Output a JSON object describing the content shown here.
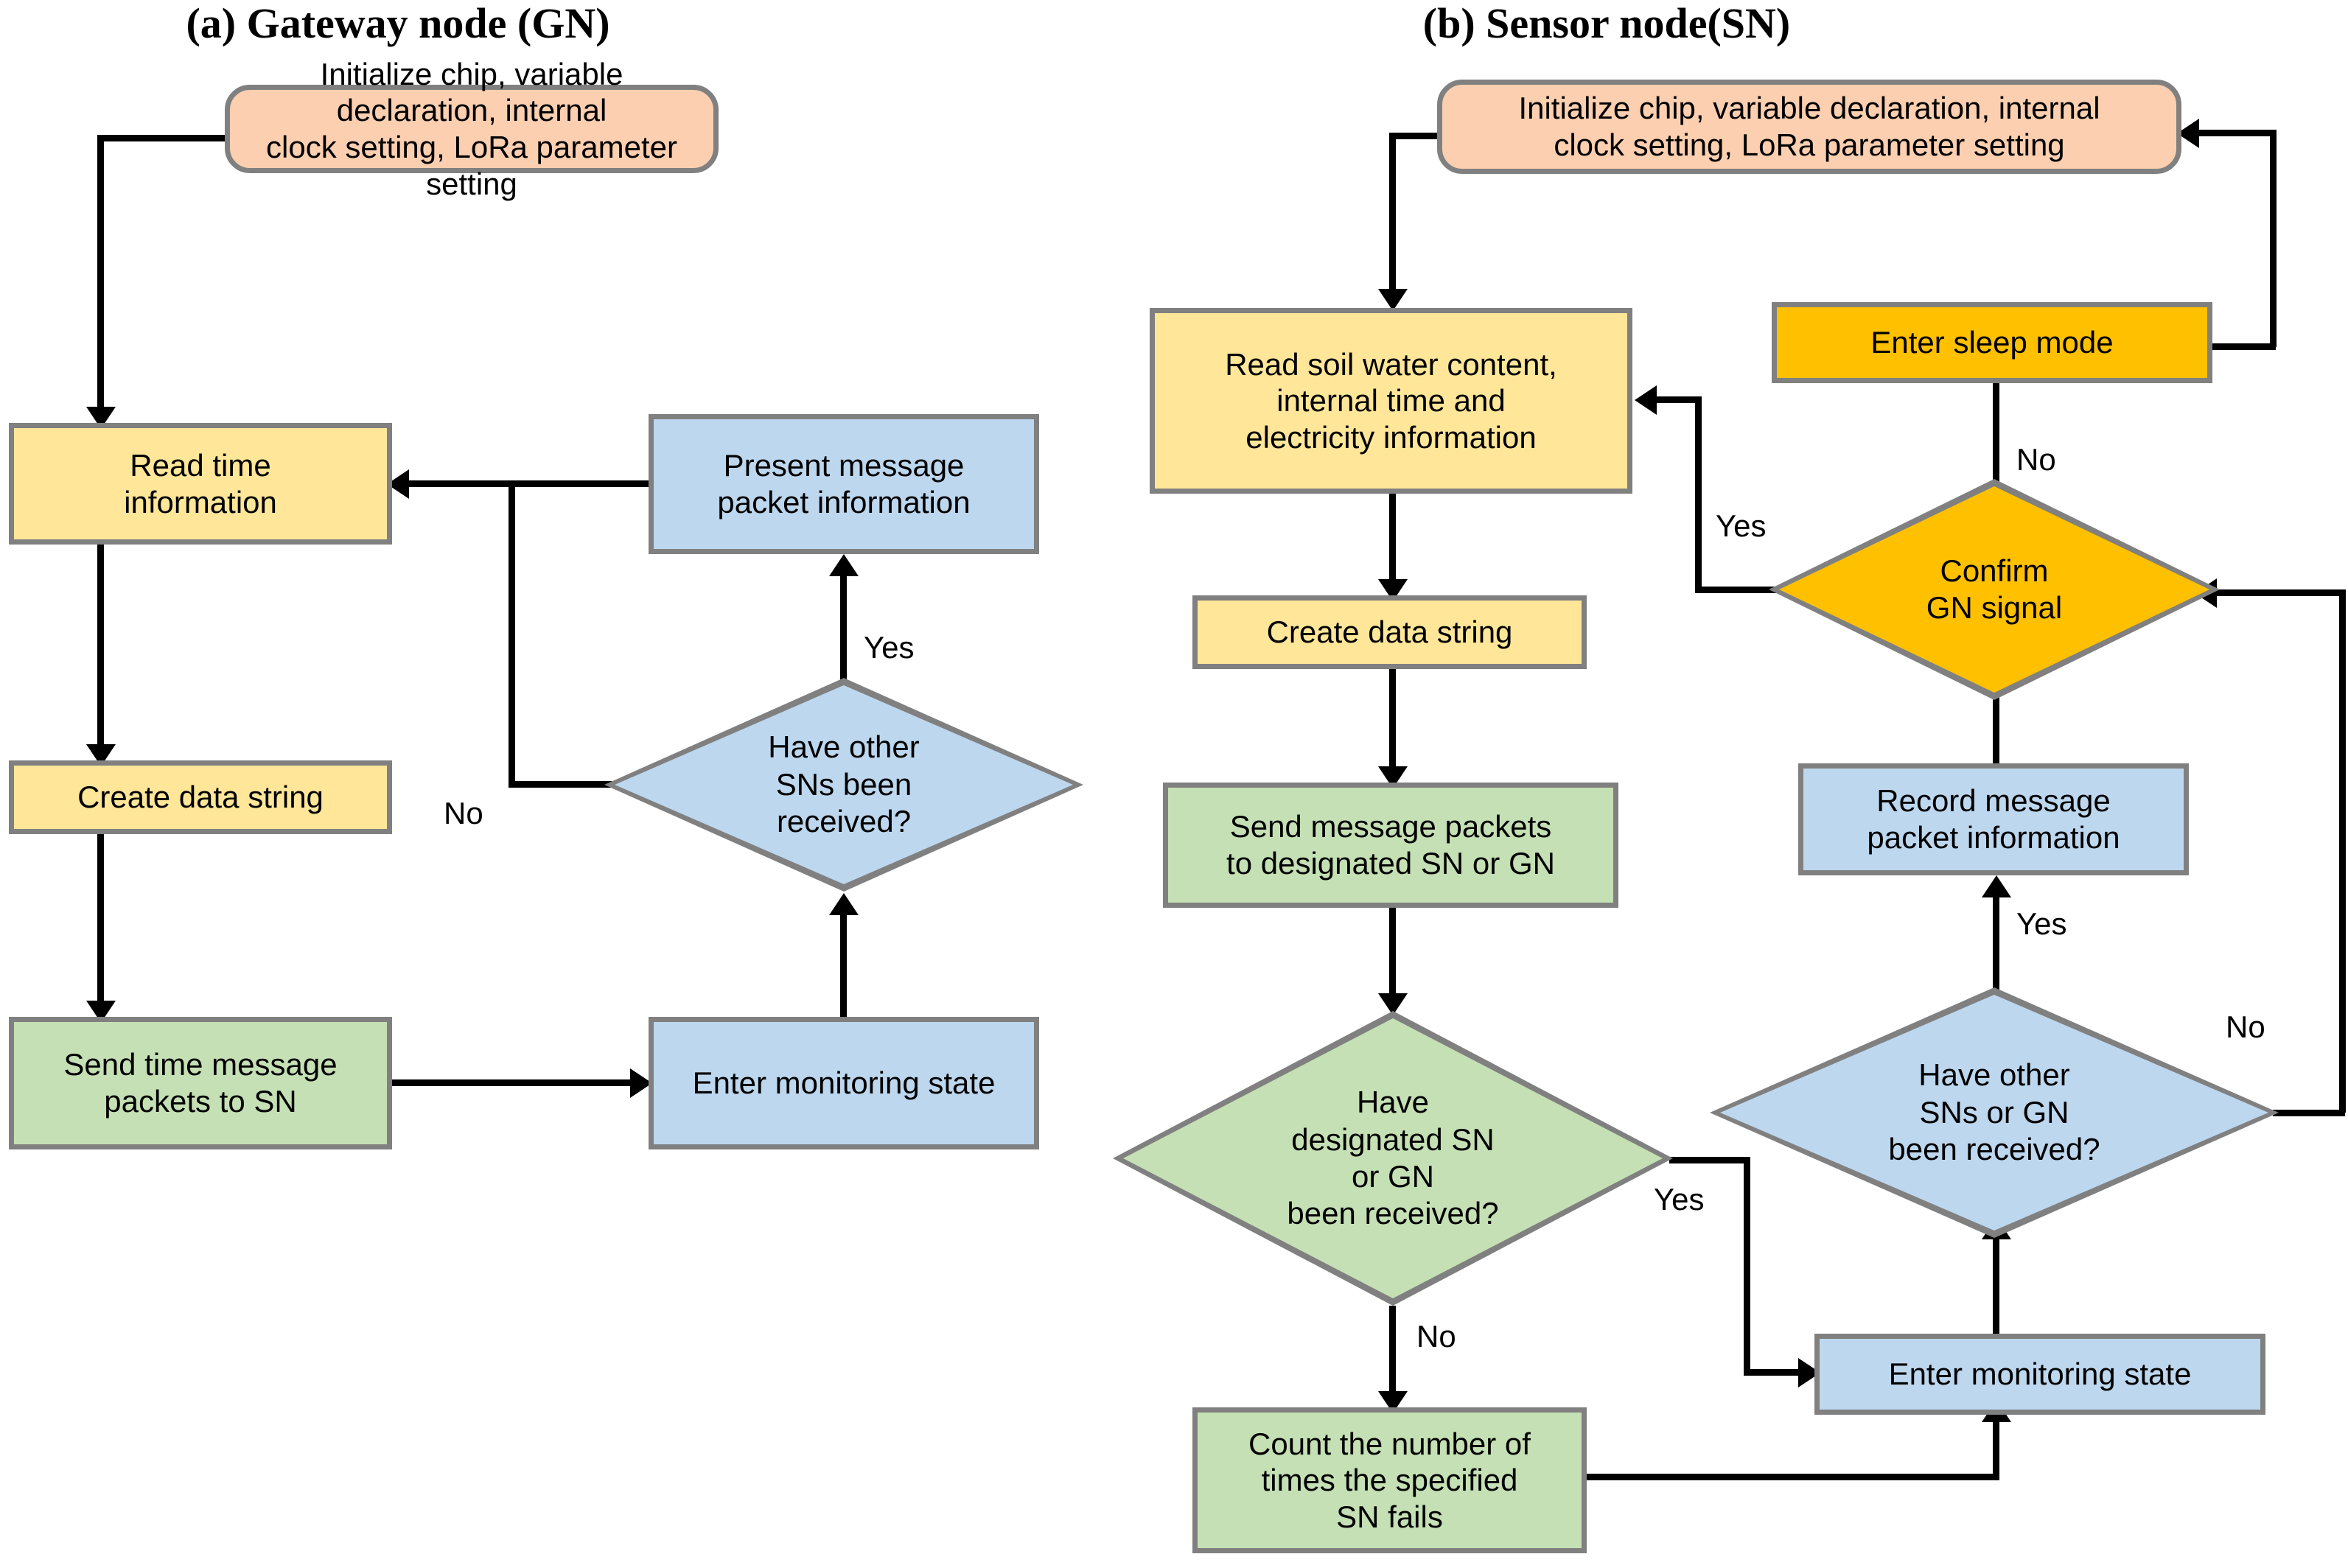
{
  "figure": {
    "type": "flowchart",
    "panels": [
      {
        "id": "a",
        "title": "(a) Gateway node (GN)",
        "nodes": [
          {
            "key": "a_init",
            "shape": "terminator",
            "color": "#FBCFB0",
            "label": "Initialize chip, variable declaration, internal clock setting, LoRa parameter setting"
          },
          {
            "key": "a_read",
            "shape": "process",
            "color": "#FFE699",
            "label": "Read time information"
          },
          {
            "key": "a_create",
            "shape": "process",
            "color": "#FFE699",
            "label": "Create data string"
          },
          {
            "key": "a_send",
            "shape": "process",
            "color": "#C5E0B4",
            "label": "Send time message packets to SN"
          },
          {
            "key": "a_monitor",
            "shape": "process",
            "color": "#BDD7EE",
            "label": "Enter monitoring state"
          },
          {
            "key": "a_decide",
            "shape": "decision",
            "color": "#BDD7EE",
            "label": "Have other SNs been received?"
          },
          {
            "key": "a_present",
            "shape": "process",
            "color": "#BDD7EE",
            "label": "Present message packet information"
          }
        ],
        "edge_labels": {
          "yes": "Yes",
          "no": "No"
        }
      },
      {
        "id": "b",
        "title": "(b) Sensor node(SN)",
        "nodes": [
          {
            "key": "b_init",
            "shape": "terminator",
            "color": "#FBCFB0",
            "label": "Initialize chip, variable declaration, internal clock setting, LoRa parameter setting"
          },
          {
            "key": "b_read",
            "shape": "process",
            "color": "#FFE699",
            "label": "Read soil water content, internal time and electricity information"
          },
          {
            "key": "b_create",
            "shape": "process",
            "color": "#FFE699",
            "label": "Create data string"
          },
          {
            "key": "b_send",
            "shape": "process",
            "color": "#C5E0B4",
            "label": "Send message packets to designated SN or GN"
          },
          {
            "key": "b_decide1",
            "shape": "decision",
            "color": "#C5E0B4",
            "label": "Have designated SN or GN been received?"
          },
          {
            "key": "b_count",
            "shape": "process",
            "color": "#C5E0B4",
            "label": "Count the number of times the specified SN fails"
          },
          {
            "key": "b_monitor",
            "shape": "process",
            "color": "#BDD7EE",
            "label": "Enter monitoring state"
          },
          {
            "key": "b_decide2",
            "shape": "decision",
            "color": "#BDD7EE",
            "label": "Have other SNs or GN been received?"
          },
          {
            "key": "b_record",
            "shape": "process",
            "color": "#BDD7EE",
            "label": "Record message packet information"
          },
          {
            "key": "b_confirm",
            "shape": "decision",
            "color": "#FFC000",
            "label": "Confirm GN signal"
          },
          {
            "key": "b_sleep",
            "shape": "process",
            "color": "#FFC000",
            "label": "Enter sleep mode"
          }
        ],
        "edge_labels": {
          "yes": "Yes",
          "no": "No"
        }
      }
    ]
  },
  "a": {
    "title": "(a) Gateway node (GN)",
    "init": "Initialize chip, variable declaration, internal\nclock setting, LoRa parameter setting",
    "init_l1": "Initialize chip, variable declaration, internal",
    "init_l2": "clock setting, LoRa parameter setting",
    "read_l1": "Read time",
    "read_l2": "information",
    "create": "Create data string",
    "send_l1": "Send time message",
    "send_l2": "packets to SN",
    "monitor": "Enter monitoring state",
    "decide_l1": "Have other",
    "decide_l2": "SNs been",
    "decide_l3": "received?",
    "present_l1": "Present message",
    "present_l2": "packet information",
    "yes": "Yes",
    "no": "No"
  },
  "b": {
    "title": "(b) Sensor node(SN)",
    "init_l1": "Initialize chip, variable declaration, internal",
    "init_l2": "clock setting, LoRa parameter setting",
    "read_l1": "Read soil water content,",
    "read_l2": "internal time and",
    "read_l3": "electricity information",
    "create": "Create data string",
    "send_l1": "Send message packets",
    "send_l2": "to designated SN or GN",
    "decide1_l1": "Have",
    "decide1_l2": "designated SN",
    "decide1_l3": "or GN",
    "decide1_l4": "been received?",
    "count_l1": "Count the number of",
    "count_l2": "times the specified",
    "count_l3": "SN fails",
    "monitor": "Enter monitoring state",
    "decide2_l1": "Have other",
    "decide2_l2": "SNs or GN",
    "decide2_l3": "been received?",
    "record_l1": "Record message",
    "record_l2": "packet information",
    "confirm_l1": "Confirm",
    "confirm_l2": "GN signal",
    "sleep": "Enter sleep mode",
    "yes1": "Yes",
    "no1": "No",
    "yes2": "Yes",
    "no2": "No",
    "yes3": "Yes",
    "no3": "No"
  },
  "colors": {
    "terminator": "#FBCFB0",
    "input_output": "#FFE699",
    "send": "#C5E0B4",
    "receive": "#BDD7EE",
    "power": "#FFC000",
    "border": "#808080",
    "line": "#000000",
    "background": "#FFFFFF"
  }
}
